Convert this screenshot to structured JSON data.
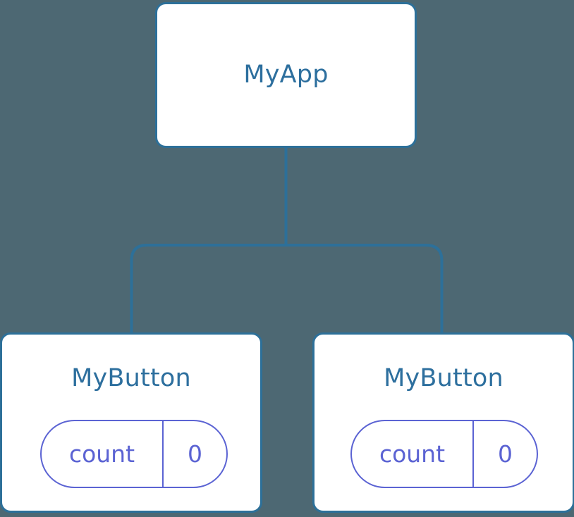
{
  "diagram": {
    "type": "component-tree",
    "background_color": "#4d6873",
    "node_fill_color": "#ffffff",
    "node_border_color": "#2d7099",
    "node_title_color": "#2d6f9e",
    "property_color": "#5b63d3",
    "edge_color": "#2d7099",
    "root": {
      "title": "MyApp"
    },
    "children": [
      {
        "title": "MyButton",
        "property": {
          "key": "count",
          "value": "0"
        }
      },
      {
        "title": "MyButton",
        "property": {
          "key": "count",
          "value": "0"
        }
      }
    ]
  }
}
